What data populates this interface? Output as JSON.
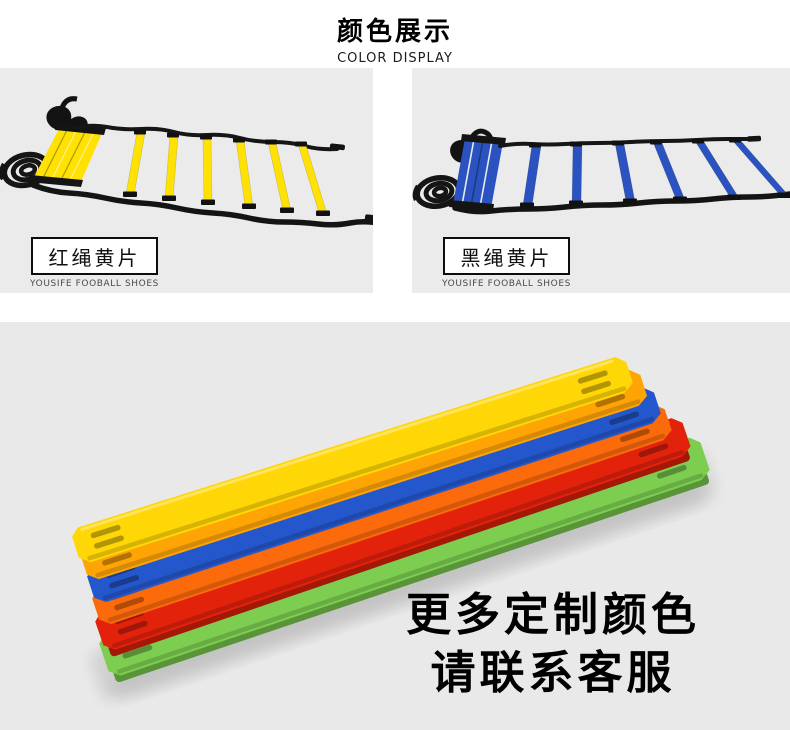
{
  "header": {
    "title": "颜色展示",
    "subtitle": "COLOR DISPLAY"
  },
  "products": [
    {
      "label": "红绳黄片",
      "brand": "YOUSIFE FOOBALL SHOES",
      "photo_color": "#ffe103"
    },
    {
      "label": "黑绳黄片",
      "brand": "YOUSIFE FOOBALL SHOES",
      "photo_color": "#2a52c0"
    }
  ],
  "bottom": {
    "line1": "更多定制颜色",
    "line2": "请联系客服",
    "slat_colors": [
      "#ffd606",
      "#ffa405",
      "#2457cb",
      "#fb6a0b",
      "#e3220c",
      "#7ccd50"
    ]
  },
  "colors": {
    "page_bg": "#ffffff",
    "card_bg": "#ebebeb",
    "bottom_bg": "#e9e9e9",
    "strap_black": "#151515",
    "text": "#000000"
  }
}
